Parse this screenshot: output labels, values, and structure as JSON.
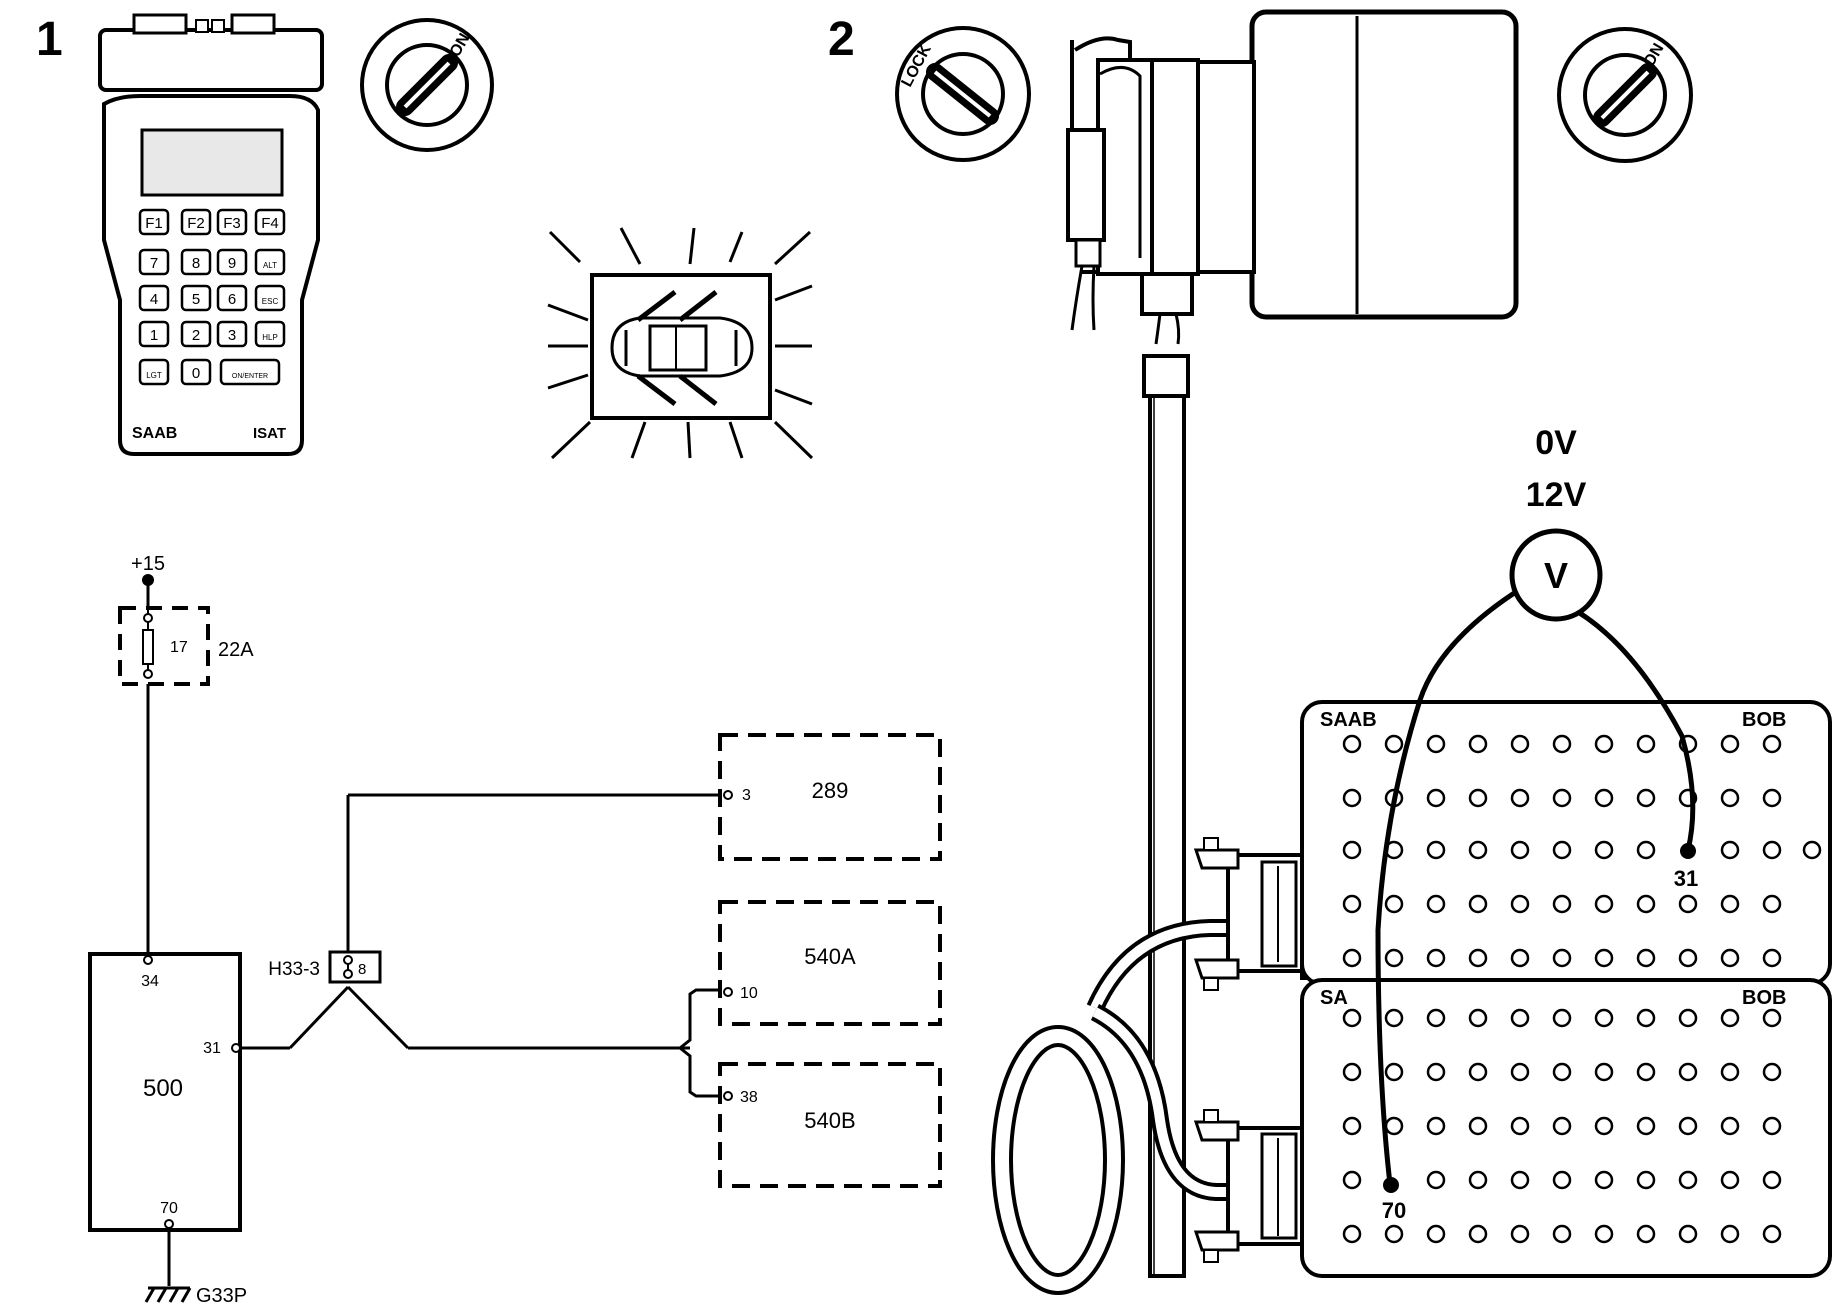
{
  "steps": {
    "one": "1",
    "two": "2"
  },
  "ignition": {
    "on_label": "ON",
    "lock_label": "LOCK"
  },
  "tester": {
    "keys": [
      [
        "F1",
        "F2",
        "F3",
        "F4"
      ],
      [
        "7",
        "8",
        "9",
        "ALT"
      ],
      [
        "4",
        "5",
        "6",
        "ESC"
      ],
      [
        "1",
        "2",
        "3",
        "HLP"
      ],
      [
        "LGT",
        "0",
        "ON/ENTER"
      ]
    ],
    "brand": "SAAB",
    "model": "ISAT"
  },
  "schematic": {
    "supply": "+15",
    "fuse_number": "17",
    "fuse_rating": "22A",
    "control_unit": "500",
    "cu_pin_top": "34",
    "cu_pin_side": "31",
    "cu_pin_bottom": "70",
    "ground": "G33P",
    "connector": "H33-3",
    "connector_pin": "8",
    "module_289": "289",
    "module_289_pin": "3",
    "module_540a": "540A",
    "module_540a_pin": "10",
    "module_540b": "540B",
    "module_540b_pin": "38"
  },
  "measurement": {
    "value_low": "0V",
    "value_high": "12V",
    "meter_symbol": "V",
    "probe_pos": "31",
    "probe_neg": "70"
  },
  "bob": {
    "brand": "SAAB",
    "brand_partial": "SA",
    "label": "BOB"
  }
}
